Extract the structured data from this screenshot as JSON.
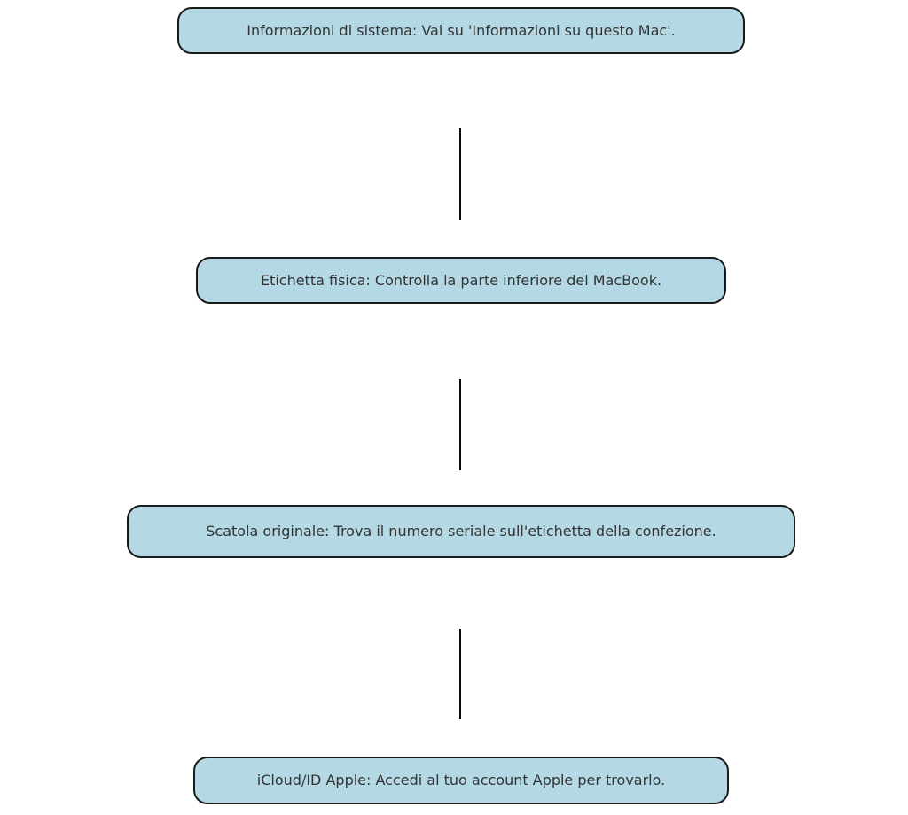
{
  "diagram": {
    "type": "flowchart-vertical",
    "background_color": "#ffffff",
    "node_fill_color": "#b4d9e5",
    "node_border_color": "#1a1a1a",
    "text_color": "#333333",
    "connector_color": "#0a0a0a",
    "connector_style": "plain-line-no-arrowhead",
    "nodes": [
      {
        "id": "system-info",
        "label": "Informazioni di sistema: Vai su 'Informazioni su questo Mac'."
      },
      {
        "id": "physical-label",
        "label": "Etichetta fisica: Controlla la parte inferiore del MacBook."
      },
      {
        "id": "original-box",
        "label": "Scatola originale: Trova il numero seriale sull'etichetta della confezione."
      },
      {
        "id": "icloud-apple-id",
        "label": "iCloud/ID Apple: Accedi al tuo account Apple per trovarlo."
      }
    ]
  }
}
